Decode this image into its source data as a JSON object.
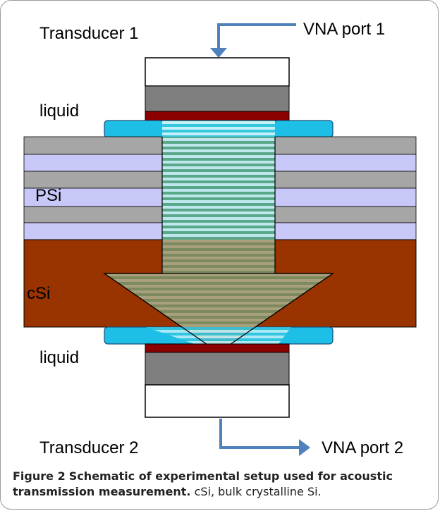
{
  "labels": {
    "transducer1": "Transducer 1",
    "transducer2": "Transducer 2",
    "vna_port1": "VNA  port 1",
    "vna_port2": "VNA  port 2",
    "liquid_top": "liquid",
    "liquid_bottom": "liquid",
    "psi": "PSi",
    "csi": "cSi"
  },
  "caption": {
    "figure_label": "Figure 2",
    "bold_text": "Schematic of experimental setup used for acoustic transmission measurement.",
    "normal_text": "cSi, bulk crystalline Si."
  },
  "colors": {
    "psi_gray": "#a6a6a6",
    "psi_lavender": "#c8c8f8",
    "csi_brown": "#993300",
    "liquid_cyan": "#1ebfe6",
    "transducer_gray": "#7f7f7f",
    "electrode_darkred": "#8b0000",
    "signal_arrow_blue": "#4f81bd"
  }
}
